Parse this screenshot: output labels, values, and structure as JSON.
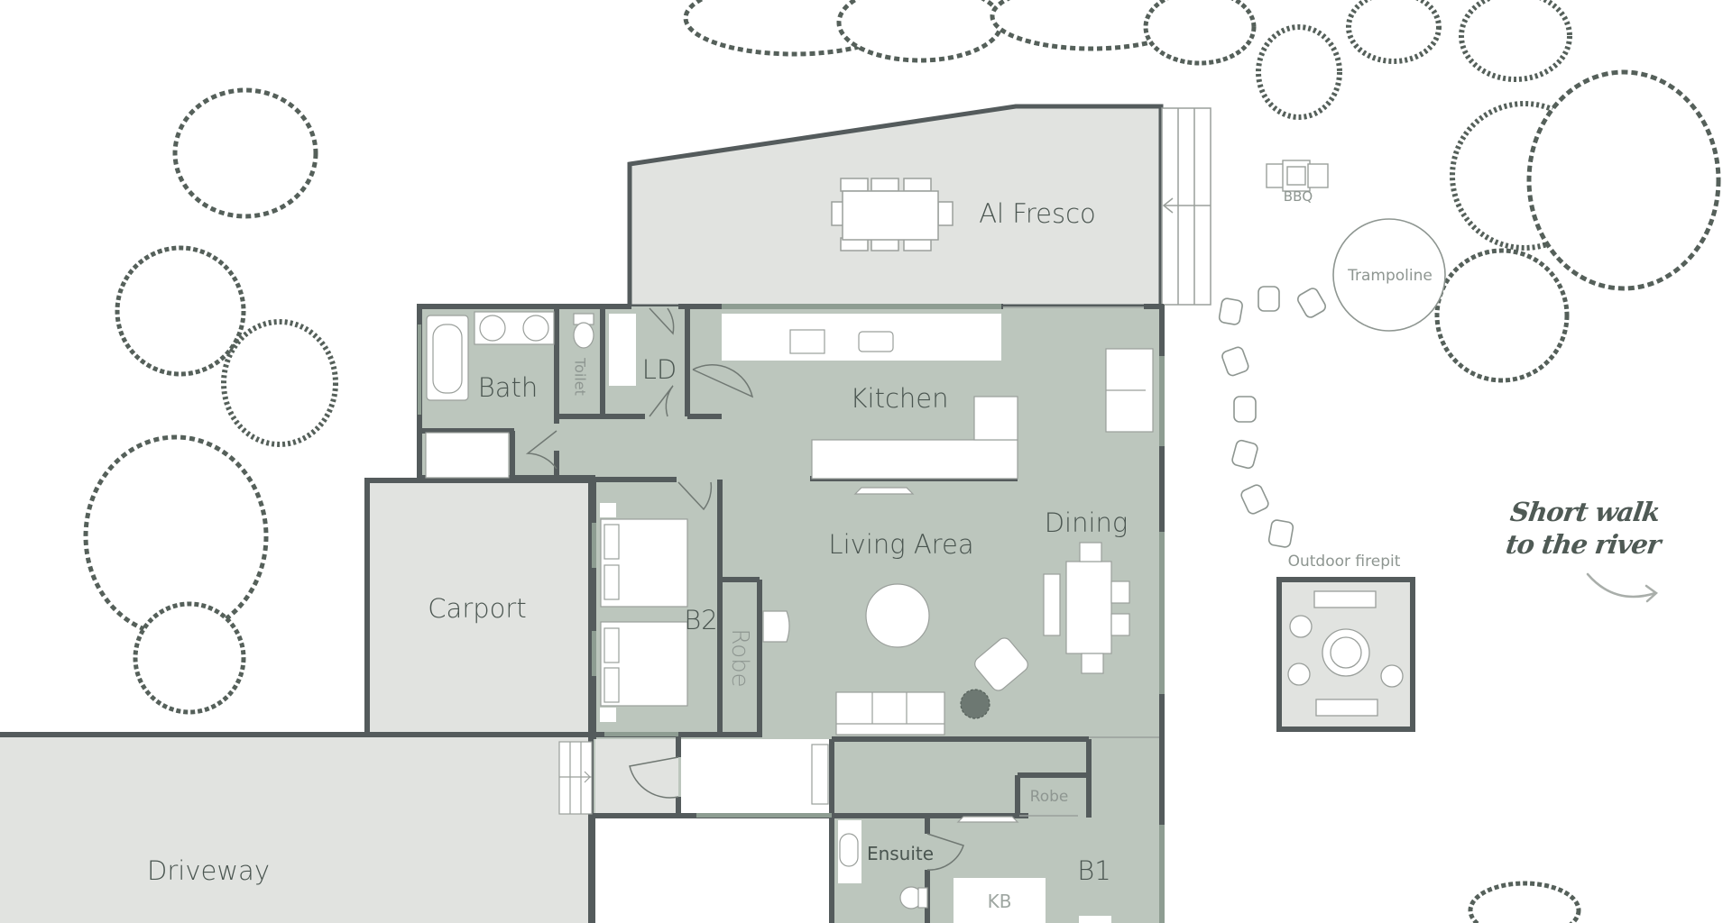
{
  "colors": {
    "interior": "#bcc6bd",
    "exterior": "#e1e3e0",
    "wall": "#545b5c",
    "window": "#8e9d92",
    "foliage": "#55605a",
    "label": "#4a5550",
    "muted_label": "#8e9691",
    "furniture": "#ffffff"
  },
  "rooms": {
    "al_fresco": "Al Fresco",
    "bath": "Bath",
    "toilet": "Toilet",
    "laundry": "LD",
    "kitchen": "Kitchen",
    "living": "Living Area",
    "dining": "Dining",
    "carport": "Carport",
    "bedroom2": "B2",
    "robe2": "Robe",
    "driveway": "Driveway",
    "robe1": "Robe",
    "ensuite": "Ensuite",
    "bedroom1": "B1",
    "king_bed": "KB"
  },
  "outdoor": {
    "bbq": "BBQ",
    "trampoline": "Trampoline",
    "firepit": "Outdoor firepit",
    "note_line1": "Short walk",
    "note_line2": "to the river"
  }
}
